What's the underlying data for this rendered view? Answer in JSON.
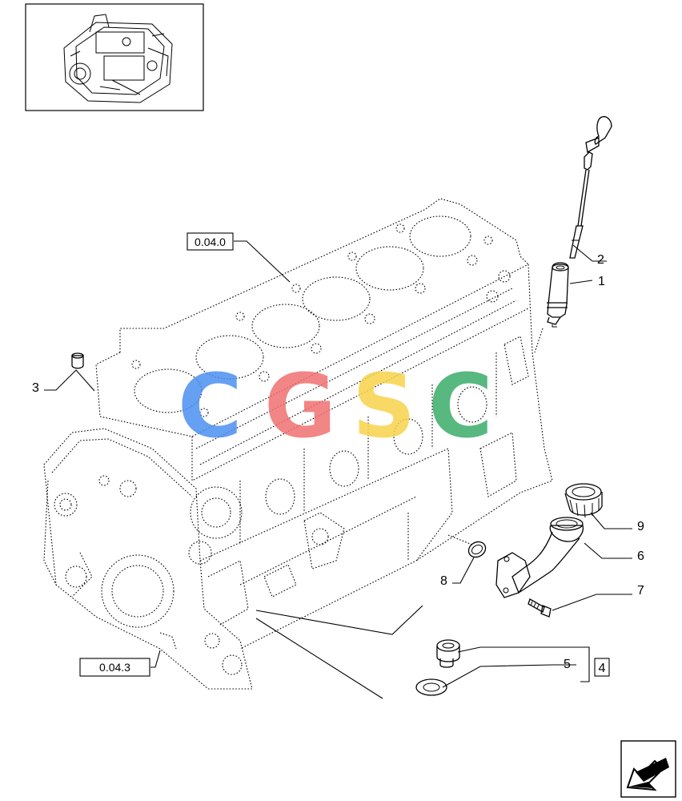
{
  "references": {
    "block_ref": "0.04.0",
    "crankcase_ref": "0.04.3"
  },
  "callouts": {
    "c1": "1",
    "c2": "2",
    "c3": "3",
    "c4": "4",
    "c5": "5",
    "c6": "6",
    "c7": "7",
    "c8": "8",
    "c9": "9"
  },
  "watermark": {
    "letters": [
      "C",
      "G",
      "S",
      "C"
    ],
    "colors": [
      "#4a8ff0",
      "#f07070",
      "#f7d24a",
      "#3aab6a"
    ]
  },
  "nav": {
    "icon": "next-page-arrow-icon"
  }
}
